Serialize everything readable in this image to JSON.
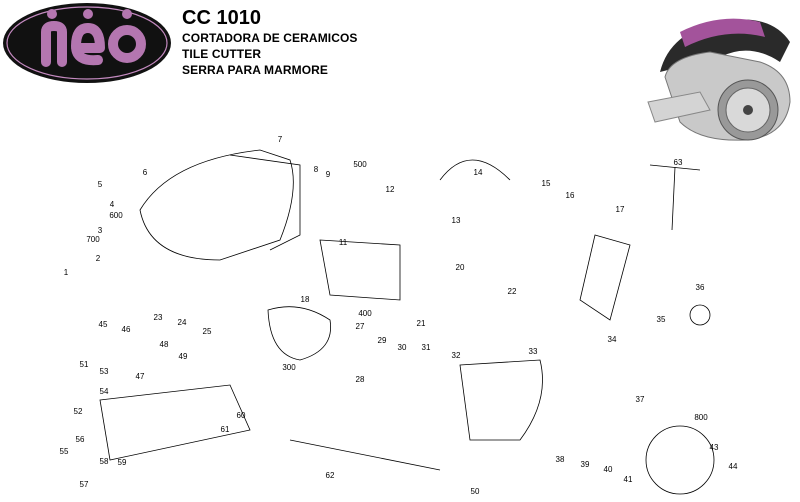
{
  "brand": {
    "logo_text": "neo",
    "primary": "#6b1f5e",
    "accent": "#c48ac0"
  },
  "header": {
    "model": "CC 1010",
    "lines": [
      "CORTADORA DE CERAMICOS",
      "TILE CUTTER",
      "SERRA PARA MARMORE"
    ]
  },
  "parts": [
    "1",
    "2",
    "3",
    "4",
    "5",
    "6",
    "7",
    "8",
    "9",
    "11",
    "12",
    "13",
    "14",
    "15",
    "16",
    "17",
    "18",
    "20",
    "21",
    "22",
    "23",
    "24",
    "25",
    "27",
    "28",
    "29",
    "30",
    "31",
    "32",
    "33",
    "34",
    "35",
    "36",
    "37",
    "38",
    "39",
    "40",
    "41",
    "43",
    "44",
    "45",
    "46",
    "47",
    "48",
    "49",
    "50",
    "51",
    "52",
    "53",
    "54",
    "55",
    "56",
    "57",
    "58",
    "59",
    "60",
    "61",
    "62",
    "63",
    "300",
    "400",
    "500",
    "600",
    "700",
    "800"
  ]
}
